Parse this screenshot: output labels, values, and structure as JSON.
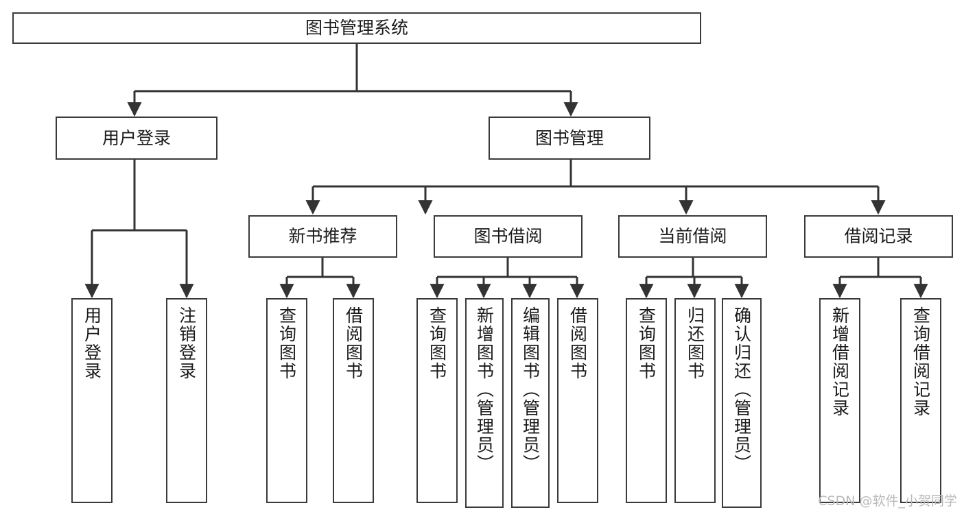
{
  "diagram": {
    "type": "tree",
    "title": "图书管理系统",
    "watermark": "CSDN @软件_小贺同学",
    "colors": {
      "box_border": "#3a3a3a",
      "box_fill": "#ffffff",
      "line": "#333333",
      "text": "#1a1a1a",
      "watermark": "#b9b9b9",
      "background": "#ffffff"
    },
    "root": {
      "label": "图书管理系统",
      "orientation": "horizontal"
    },
    "level2": [
      {
        "label": "用户登录",
        "orientation": "horizontal"
      },
      {
        "label": "图书管理",
        "orientation": "horizontal"
      }
    ],
    "level3": [
      {
        "label": "新书推荐",
        "orientation": "horizontal"
      },
      {
        "label": "图书借阅",
        "orientation": "horizontal"
      },
      {
        "label": "当前借阅",
        "orientation": "horizontal"
      },
      {
        "label": "借阅记录",
        "orientation": "horizontal"
      }
    ],
    "leaves": {
      "user_login": [
        {
          "label": "用户登录",
          "orientation": "vertical"
        },
        {
          "label": "注销登录",
          "orientation": "vertical"
        }
      ],
      "new_book_recommend": [
        {
          "label": "查询图书",
          "orientation": "vertical"
        },
        {
          "label": "借阅图书",
          "orientation": "vertical"
        }
      ],
      "book_borrow": [
        {
          "label": "查询图书",
          "orientation": "vertical"
        },
        {
          "label": "新增图书（管理员）",
          "orientation": "vertical"
        },
        {
          "label": "编辑图书（管理员）",
          "orientation": "vertical"
        },
        {
          "label": "借阅图书",
          "orientation": "vertical"
        }
      ],
      "current_borrow": [
        {
          "label": "查询图书",
          "orientation": "vertical"
        },
        {
          "label": "归还图书",
          "orientation": "vertical"
        },
        {
          "label": "确认归还（管理员）",
          "orientation": "vertical"
        }
      ],
      "borrow_record": [
        {
          "label": "新增借阅记录",
          "orientation": "vertical"
        },
        {
          "label": "查询借阅记录",
          "orientation": "vertical"
        }
      ]
    }
  }
}
